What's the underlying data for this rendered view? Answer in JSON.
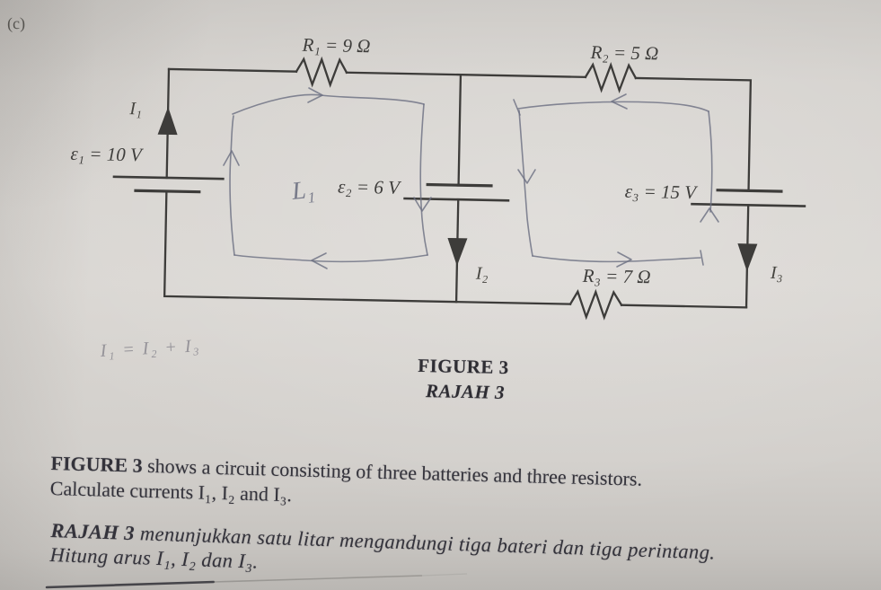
{
  "page": {
    "part_label": "(c)",
    "figure_caption": {
      "english": "FIGURE 3",
      "malay": "RAJAH 3"
    },
    "question": {
      "english_lead": "FIGURE 3",
      "english_text": " shows a circuit consisting of three batteries and three resistors.",
      "english_line2": "Calculate currents I₁, I₂ and I₃.",
      "malay_lead": "RAJAH 3",
      "malay_text": " menunjukkan satu litar mengandungi tiga bateri dan tiga perintang.",
      "malay_line2": "Hitung arus I₁, I₂ dan I₃."
    }
  },
  "circuit": {
    "resistors": [
      {
        "id": "R1",
        "label": "R₁ = 9 Ω",
        "ohms": 9
      },
      {
        "id": "R2",
        "label": "R₂ = 5 Ω",
        "ohms": 5
      },
      {
        "id": "R3",
        "label": "R₃ = 7 Ω",
        "ohms": 7
      }
    ],
    "batteries": [
      {
        "id": "e1",
        "label": "ε₁ = 10 V",
        "volts": 10
      },
      {
        "id": "e2",
        "label": "ε₂ = 6 V",
        "volts": 6
      },
      {
        "id": "e3",
        "label": "ε₃ = 15 V",
        "volts": 15
      }
    ],
    "currents": [
      {
        "id": "I1",
        "label": "I₁",
        "direction": "up"
      },
      {
        "id": "I2",
        "label": "I₂",
        "direction": "down"
      },
      {
        "id": "I3",
        "label": "I₃",
        "direction": "down"
      }
    ]
  },
  "handwriting": {
    "loop1_label": "L₁",
    "kcl_equation": "I₁ = I₂ + I₃"
  },
  "colors": {
    "paper": "#d7d4cf",
    "ink": "#3d3c3a",
    "text": "#34333b",
    "pencil": "#6d7082"
  }
}
